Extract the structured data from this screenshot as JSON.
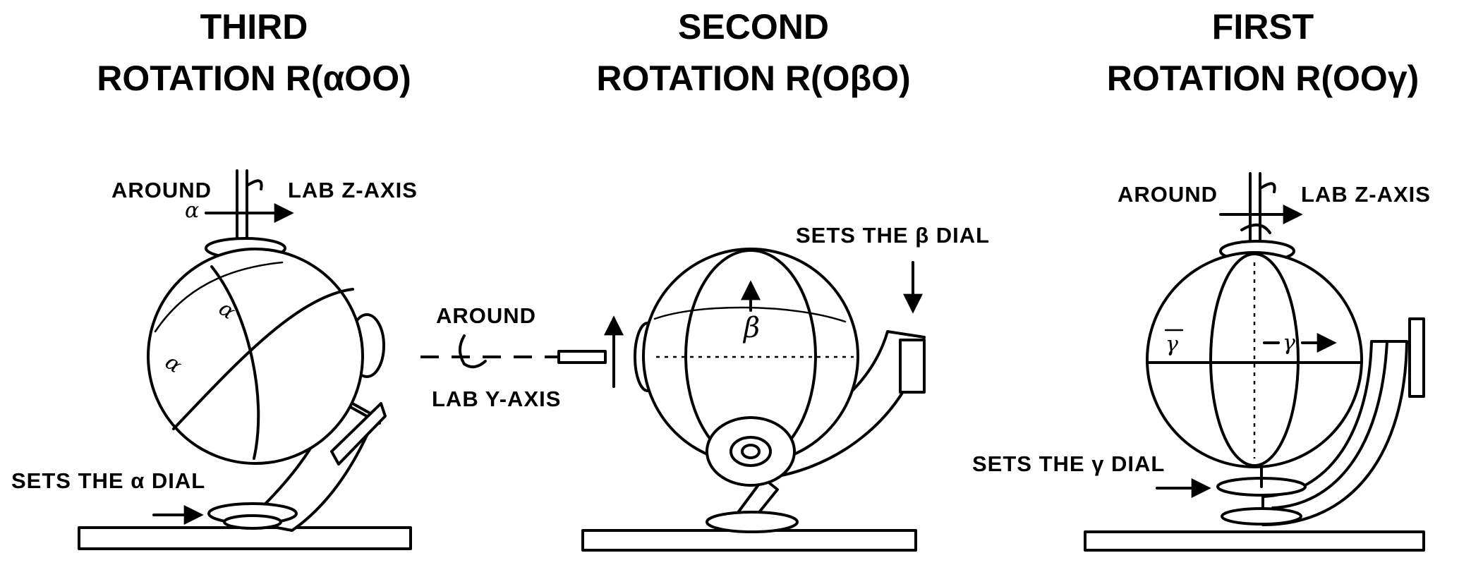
{
  "panels": [
    {
      "id": "third",
      "title_line1": "THIRD",
      "title_line2": "ROTATION R(αOO)",
      "axis_text_left": "AROUND",
      "axis_text_right": "LAB Z-AXIS",
      "axis_symbol": "α",
      "dial_label": "SETS THE α DIAL",
      "globe_marks": [
        "α",
        "α"
      ]
    },
    {
      "id": "second",
      "title_line1": "SECOND",
      "title_line2": "ROTATION R(OβO)",
      "axis_text_top": "AROUND",
      "axis_text_bottom": "LAB Y-AXIS",
      "dial_label": "SETS THE β DIAL",
      "globe_mark": "β"
    },
    {
      "id": "first",
      "title_line1": "FIRST",
      "title_line2": "ROTATION R(OOγ)",
      "axis_text_left": "AROUND",
      "axis_text_right": "LAB Z-AXIS",
      "dial_label": "SETS THE γ DIAL",
      "globe_marks": [
        "γ",
        "γ"
      ]
    }
  ]
}
